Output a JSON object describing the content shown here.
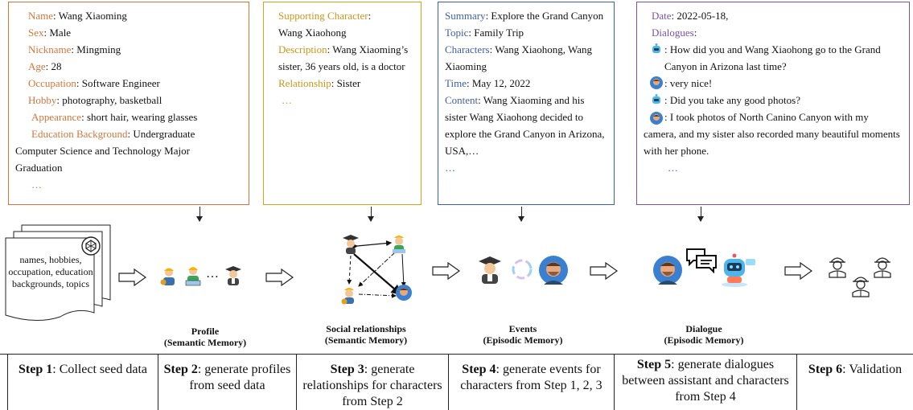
{
  "profile_box": {
    "lines": [
      {
        "k": "Name",
        "v": ": Wang Xiaoming"
      },
      {
        "k": "Sex",
        "v": ": Male"
      },
      {
        "k": "Nickname",
        "v": ": Mingming"
      },
      {
        "k": "Age",
        "v": ": 28"
      },
      {
        "k": "Occupation",
        "v": ": Software Engineer"
      },
      {
        "k": "Hobby",
        "v": ": photography, basketball"
      },
      {
        "k": "Appearance",
        "v": ": short hair, wearing glasses"
      },
      {
        "k": "Education Background",
        "v": ": Undergraduate"
      }
    ],
    "continuation": "Computer Science and Technology Major Graduation",
    "ellipsis": "…"
  },
  "social_box": {
    "k1": "Supporting Character",
    "v1": ":",
    "name": "Wang Xiaohong",
    "k2": "Description",
    "v2": ": Wang Xiaoming’s sister, 36 years old, is a doctor",
    "k3": "Relationship",
    "v3": ": Sister",
    "ellipsis": "…"
  },
  "event_box": {
    "lines": [
      {
        "k": "Summary",
        "v": ": Explore the Grand Canyon"
      },
      {
        "k": "Topic",
        "v": ": Family Trip"
      },
      {
        "k": "Characters",
        "v": ": Wang Xiaohong, Wang Xiaoming"
      },
      {
        "k": "Time",
        "v": ": May 12, 2022"
      },
      {
        "k": "Content",
        "v": ": Wang Xiaoming and his sister Wang Xiaohong decided to explore the Grand Canyon in Arizona, USA,…"
      }
    ],
    "ellipsis": "…"
  },
  "dialog_box": {
    "date_k": "Date",
    "date_v": ": 2022-05-18,",
    "dialogues_k": "Dialogues",
    "dialogues_v": ":",
    "turns": [
      ": How did you and Wang Xiaohong go to the Grand Canyon in Arizona last time?",
      ": very nice!",
      ": Did you take any good photos?",
      ": I took photos of North Canino Canyon with my camera, and my sister also recorded many beautiful moments with her phone."
    ],
    "ellipsis": "…"
  },
  "seed_doc_text": "names, hobbies, occupation, education backgrounds, topics",
  "ellipsis_dots": "…",
  "labels": {
    "profile": [
      "Profile",
      "(Semantic Memory)"
    ],
    "social": [
      "Social relationships",
      "(Semantic Memory)"
    ],
    "events": [
      "Events",
      "(Episodic Memory)"
    ],
    "dialogue": [
      "Dialogue",
      "(Episodic Memory)"
    ]
  },
  "steps": [
    {
      "b": "Step 1",
      "t": ": Collect seed data"
    },
    {
      "b": "Step 2",
      "t": ": generate profiles from seed data"
    },
    {
      "b": "Step 3",
      "t": ": generate relationships for characters from Step 2"
    },
    {
      "b": "Step 4",
      "t": ": generate events for characters from Step 1, 2, 3"
    },
    {
      "b": "Step 5",
      "t": ": generate dialogues between assistant and characters from Step 4"
    },
    {
      "b": "Step 6",
      "t": ": Validation"
    }
  ],
  "colors": {
    "profile": "#d4763a",
    "social": "#d9a21b",
    "event": "#3d5fa8",
    "dialog": "#7b4fb2"
  }
}
